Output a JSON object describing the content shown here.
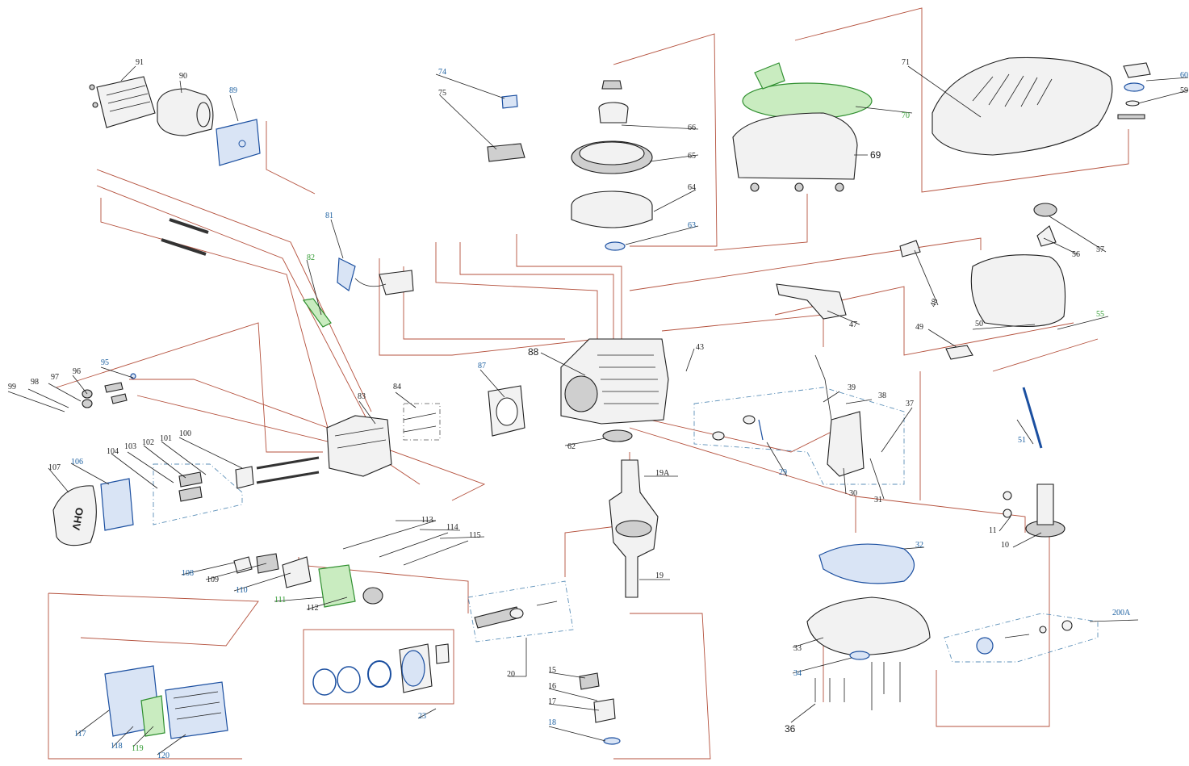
{
  "colors": {
    "black_label": "#1e1e1e",
    "blue_label": "#1b5fa0",
    "green_label": "#2f9a2f",
    "link_lines": "#b4503c"
  },
  "labels": [
    {
      "id": "p91",
      "text": "91",
      "color": "black"
    },
    {
      "id": "p90",
      "text": "90",
      "color": "black"
    },
    {
      "id": "p89",
      "text": "89",
      "color": "blue"
    },
    {
      "id": "p74",
      "text": "74",
      "color": "blue"
    },
    {
      "id": "p75",
      "text": "75",
      "color": "black"
    },
    {
      "id": "p66",
      "text": "66",
      "color": "black"
    },
    {
      "id": "p65",
      "text": "65",
      "color": "black"
    },
    {
      "id": "p64",
      "text": "64",
      "color": "black"
    },
    {
      "id": "p63",
      "text": "63",
      "color": "blue"
    },
    {
      "id": "p70",
      "text": "70",
      "color": "green"
    },
    {
      "id": "p69",
      "text": "69",
      "color": "black"
    },
    {
      "id": "p71",
      "text": "71",
      "color": "black"
    },
    {
      "id": "p60",
      "text": "60",
      "color": "blue"
    },
    {
      "id": "p59",
      "text": "59",
      "color": "black"
    },
    {
      "id": "p57",
      "text": "57",
      "color": "black"
    },
    {
      "id": "p56",
      "text": "56",
      "color": "black"
    },
    {
      "id": "p55",
      "text": "55",
      "color": "green"
    },
    {
      "id": "p50",
      "text": "50",
      "color": "black"
    },
    {
      "id": "p49",
      "text": "49",
      "color": "black"
    },
    {
      "id": "p48",
      "text": "48",
      "color": "black"
    },
    {
      "id": "p47",
      "text": "47",
      "color": "black"
    },
    {
      "id": "p81",
      "text": "81",
      "color": "blue"
    },
    {
      "id": "p82",
      "text": "82",
      "color": "green"
    },
    {
      "id": "p88",
      "text": "88",
      "color": "black"
    },
    {
      "id": "p43",
      "text": "43",
      "color": "black"
    },
    {
      "id": "p87",
      "text": "87",
      "color": "blue"
    },
    {
      "id": "p95",
      "text": "95",
      "color": "blue"
    },
    {
      "id": "p96",
      "text": "96",
      "color": "black"
    },
    {
      "id": "p97",
      "text": "97",
      "color": "black"
    },
    {
      "id": "p98",
      "text": "98",
      "color": "black"
    },
    {
      "id": "p99",
      "text": "99",
      "color": "black"
    },
    {
      "id": "p83",
      "text": "83",
      "color": "black"
    },
    {
      "id": "p84",
      "text": "84",
      "color": "black"
    },
    {
      "id": "p62",
      "text": "62",
      "color": "black"
    },
    {
      "id": "p39",
      "text": "39",
      "color": "black"
    },
    {
      "id": "p38",
      "text": "38",
      "color": "black"
    },
    {
      "id": "p37",
      "text": "37",
      "color": "black"
    },
    {
      "id": "p29",
      "text": "29",
      "color": "blue"
    },
    {
      "id": "p30",
      "text": "30",
      "color": "black"
    },
    {
      "id": "p31",
      "text": "31",
      "color": "black"
    },
    {
      "id": "p51",
      "text": "51",
      "color": "blue"
    },
    {
      "id": "p104",
      "text": "104",
      "color": "black"
    },
    {
      "id": "p103",
      "text": "103",
      "color": "black"
    },
    {
      "id": "p102",
      "text": "102",
      "color": "black"
    },
    {
      "id": "p101",
      "text": "101",
      "color": "black"
    },
    {
      "id": "p100",
      "text": "100",
      "color": "black"
    },
    {
      "id": "p107",
      "text": "107",
      "color": "black"
    },
    {
      "id": "p106",
      "text": "106",
      "color": "blue"
    },
    {
      "id": "p19A",
      "text": "19A",
      "color": "black"
    },
    {
      "id": "p11",
      "text": "11",
      "color": "black"
    },
    {
      "id": "p10",
      "text": "10",
      "color": "black"
    },
    {
      "id": "p32",
      "text": "32",
      "color": "blue"
    },
    {
      "id": "p113",
      "text": "113",
      "color": "black"
    },
    {
      "id": "p114",
      "text": "114",
      "color": "black"
    },
    {
      "id": "p115",
      "text": "115",
      "color": "black"
    },
    {
      "id": "p108",
      "text": "108",
      "color": "blue"
    },
    {
      "id": "p109",
      "text": "109",
      "color": "black"
    },
    {
      "id": "p110",
      "text": "110",
      "color": "blue"
    },
    {
      "id": "p111",
      "text": "111",
      "color": "green"
    },
    {
      "id": "p112",
      "text": "112",
      "color": "black"
    },
    {
      "id": "p19",
      "text": "19",
      "color": "black"
    },
    {
      "id": "p33",
      "text": "33",
      "color": "black"
    },
    {
      "id": "p34",
      "text": "34",
      "color": "blue"
    },
    {
      "id": "p200A",
      "text": "200A",
      "color": "blue"
    },
    {
      "id": "p20",
      "text": "20",
      "color": "black"
    },
    {
      "id": "p15",
      "text": "15",
      "color": "black"
    },
    {
      "id": "p16",
      "text": "16",
      "color": "black"
    },
    {
      "id": "p17",
      "text": "17",
      "color": "black"
    },
    {
      "id": "p18",
      "text": "18",
      "color": "blue"
    },
    {
      "id": "p23",
      "text": "23",
      "color": "blue"
    },
    {
      "id": "p36",
      "text": "36",
      "color": "black"
    },
    {
      "id": "p117",
      "text": "117",
      "color": "blue"
    },
    {
      "id": "p118",
      "text": "118",
      "color": "blue"
    },
    {
      "id": "p119",
      "text": "119",
      "color": "green"
    },
    {
      "id": "p120",
      "text": "120",
      "color": "blue"
    }
  ],
  "embossed": {
    "valve_cover_mark": "OHV"
  }
}
